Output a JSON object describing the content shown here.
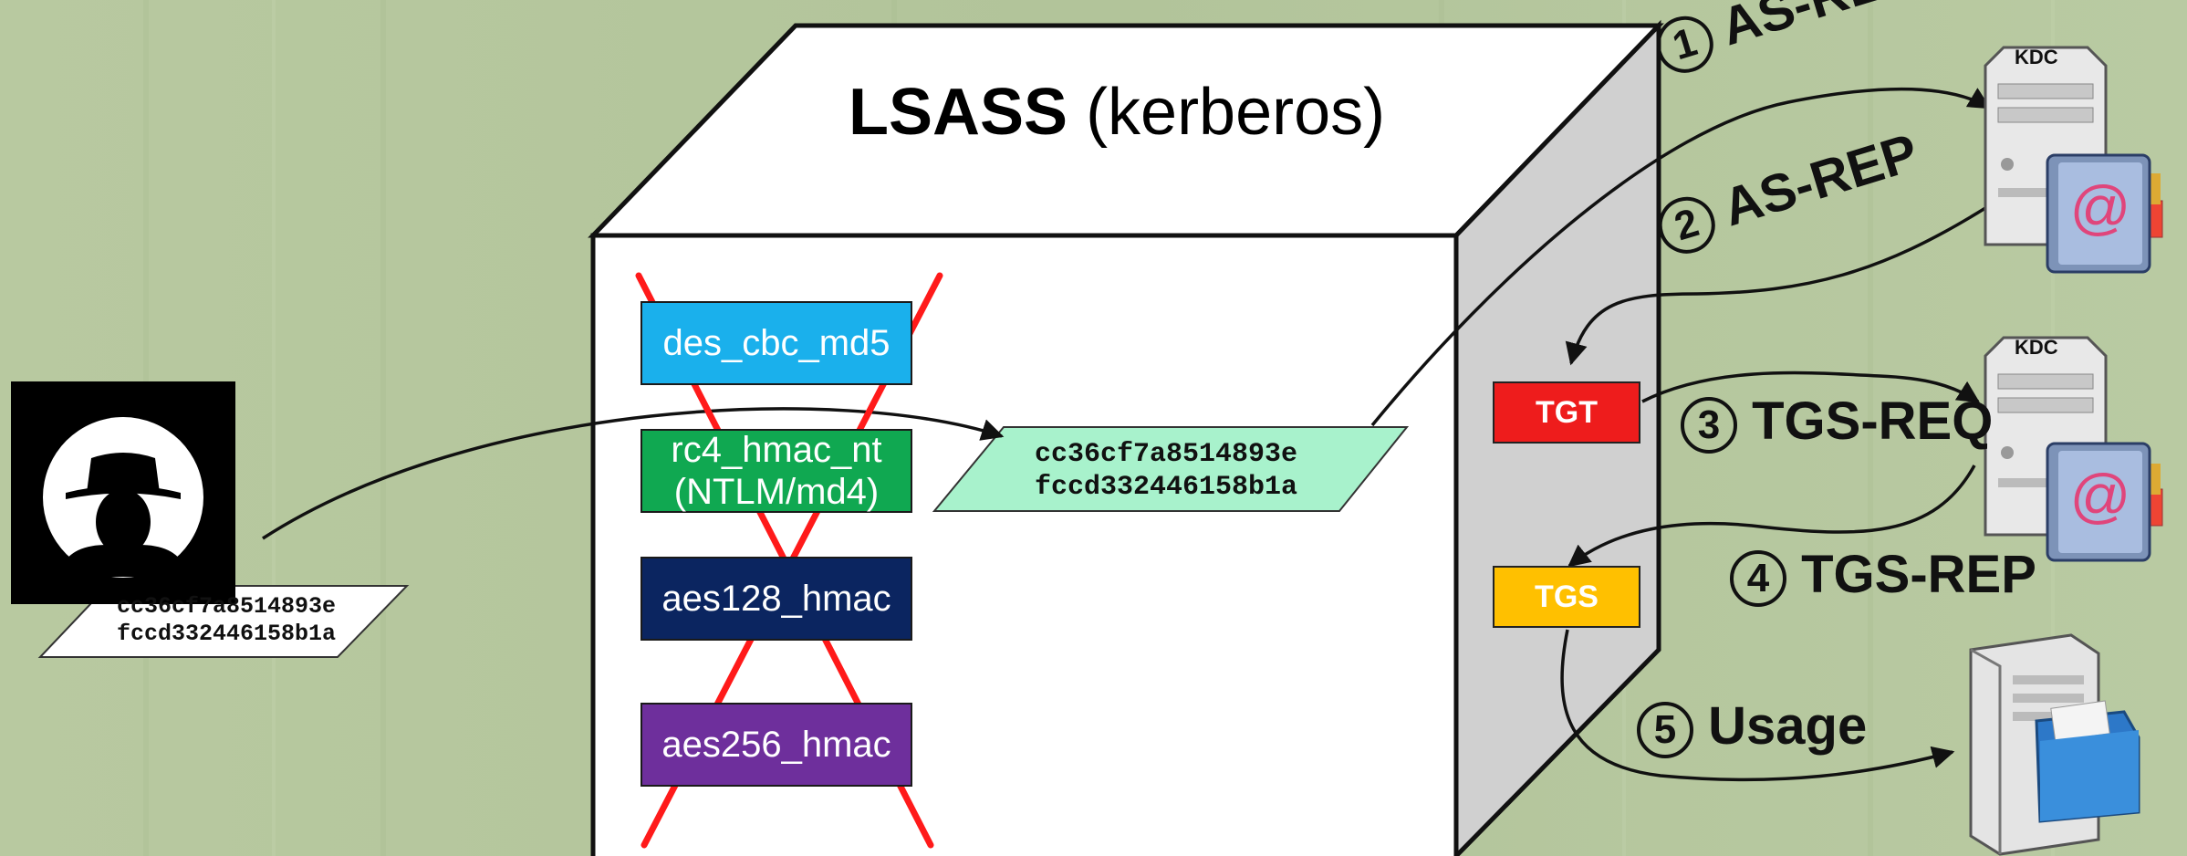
{
  "colors": {
    "background": "#b5c79e",
    "des": "#1ab0ec",
    "rc4": "#10a851",
    "aes128": "#0b2560",
    "aes256": "#6e2f9c",
    "hash_parallelogram": "#a8f2cc",
    "tgt": "#ee1c1c",
    "tgs": "#ffc000",
    "cross": "#ff1a1a"
  },
  "lsass": {
    "title_bold": "LSASS",
    "title_rest": "(kerberos)"
  },
  "keys": [
    {
      "label": "des_cbc_md5",
      "color": "#1ab0ec"
    },
    {
      "label": "rc4_hmac_nt\n(NTLM/md4)",
      "color": "#10a851"
    },
    {
      "label": "aes128_hmac",
      "color": "#0b2560"
    },
    {
      "label": "aes256_hmac",
      "color": "#6e2f9c"
    }
  ],
  "hash": {
    "line1": "cc36cf7a8514893e",
    "line2": "fccd332446158b1a"
  },
  "attacker_hash": {
    "line1": "cc36cf7a8514893e",
    "line2": "fccd332446158b1a"
  },
  "tickets": {
    "tgt": "TGT",
    "tgs": "TGS"
  },
  "kdc_label": "KDC",
  "steps": [
    {
      "num": "1",
      "text": "AS-REQ"
    },
    {
      "num": "2",
      "text": "AS-REP"
    },
    {
      "num": "3",
      "text": "TGS-REQ"
    },
    {
      "num": "4",
      "text": "TGS-REP"
    },
    {
      "num": "5",
      "text": "Usage"
    }
  ],
  "icons": [
    "hacker-icon",
    "kdc-server-icon",
    "address-book-icon",
    "file-server-icon"
  ]
}
